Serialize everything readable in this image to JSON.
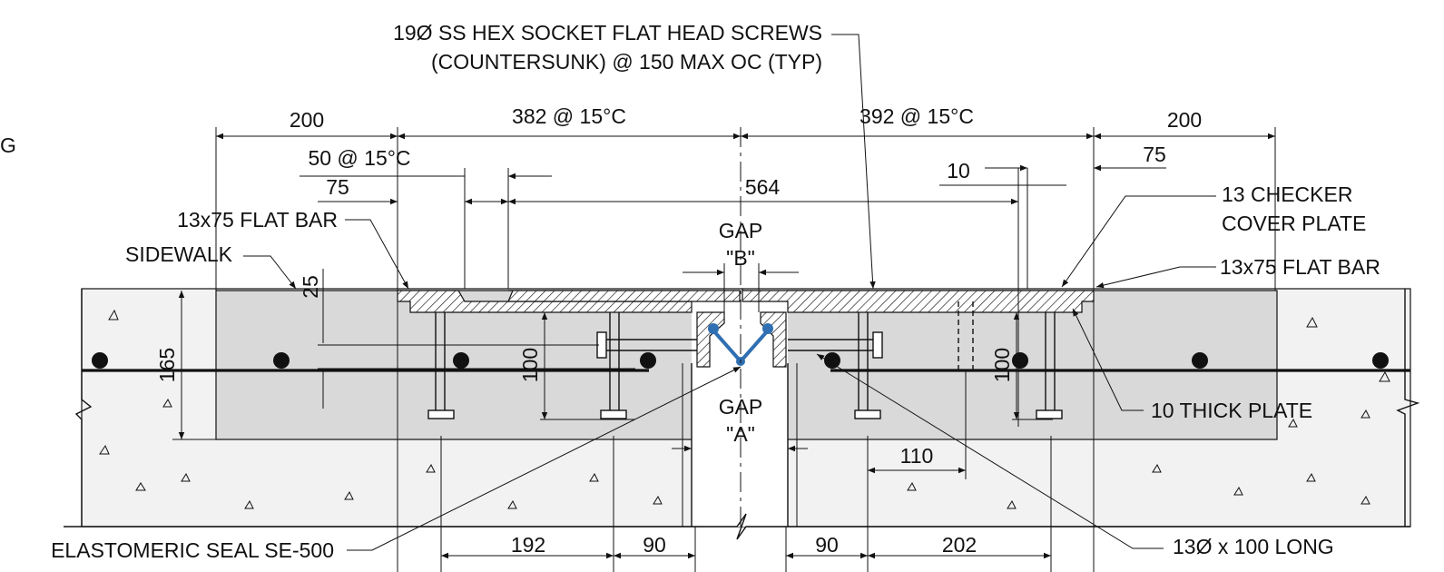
{
  "edge_text": "G",
  "labels": {
    "screws_line1": "19Ø SS HEX SOCKET FLAT HEAD SCREWS",
    "screws_line2": "(COUNTERSUNK) @ 150 MAX OC (TYP)",
    "checker_line1": "13 CHECKER",
    "checker_line2": "COVER PLATE",
    "flat_bar_left": "13x75 FLAT BAR",
    "flat_bar_right": "13x75 FLAT BAR",
    "sidewalk": "SIDEWALK",
    "thick_plate": "10 THICK PLATE",
    "seal": "ELASTOMERIC SEAL SE-500",
    "anchor": "13Ø x 100 LONG",
    "gap_b_1": "GAP",
    "gap_b_2": "\"B\"",
    "gap_a_1": "GAP",
    "gap_a_2": "\"A\""
  },
  "dimensions": {
    "d200_left": "200",
    "d382": "382 @ 15°C",
    "d392": "392 @ 15°C",
    "d200_right": "200",
    "d50": "50 @ 15°C",
    "d75_left": "75",
    "d75_right": "75",
    "d10": "10",
    "d564": "564",
    "d25": "25",
    "d165": "165",
    "d100_left": "100",
    "d100_right": "100",
    "d110": "110",
    "d192": "192",
    "d90_left": "90",
    "d90_right": "90",
    "d202": "202"
  }
}
